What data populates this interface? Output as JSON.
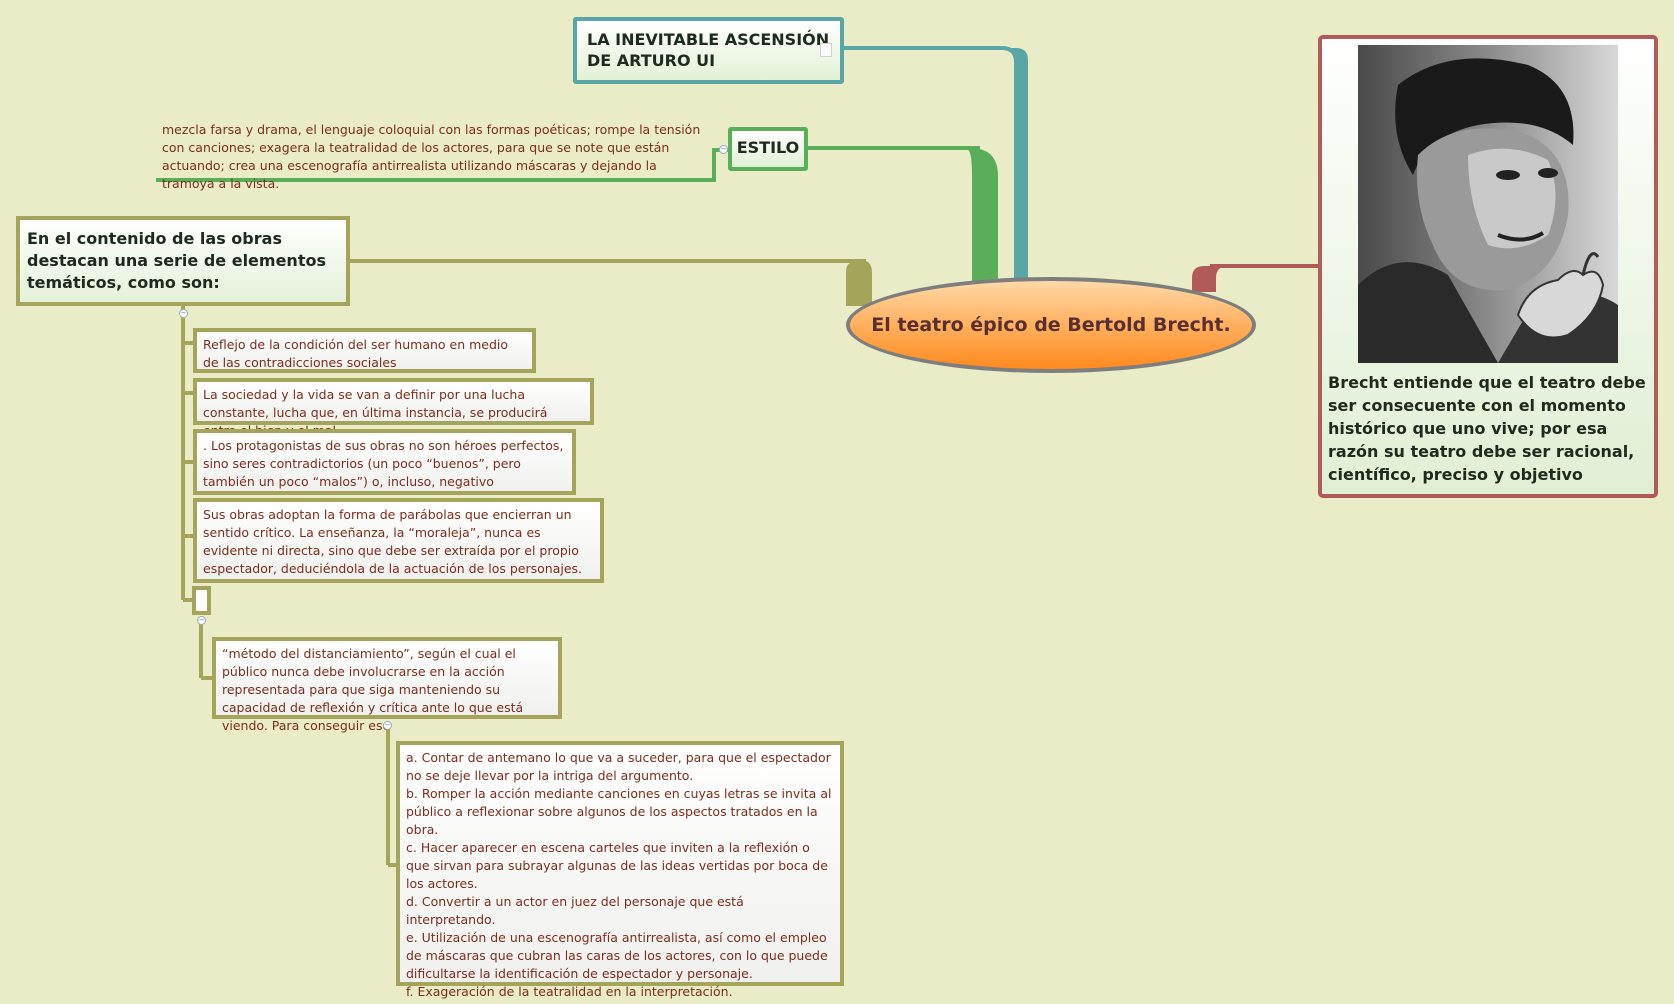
{
  "central": {
    "title": "El teatro épico de Bertold Brecht."
  },
  "title_node": {
    "label": "LA INEVITABLE ASCENSIÓN DE ARTURO UI"
  },
  "estilo": {
    "label": "ESTILO",
    "description": "mezcla farsa y drama, el lenguaje coloquial con las formas poéticas; rompe la tensión con canciones; exagera la teatralidad de los actores, para que se note que están actuando; crea una escenografía antirrealista utilizando máscaras y dejando la tramoya a la vista."
  },
  "themes": {
    "label": "En el contenido de las obras  destacan una serie de elementos temáticos, como son:",
    "items": [
      "Reflejo de la condición del ser humano en medio de las contradicciones sociales",
      "La sociedad y la vida se van a definir por una lucha constante, lucha que, en última instancia, se producirá entre el bien y el mal.",
      ". Los protagonistas de sus obras no son héroes perfectos, sino seres contradictorios (un poco “buenos”, pero también un poco “malos”) o, incluso, negativo",
      "Sus obras adoptan la forma de parábolas que encierran un sentido crítico. La enseñanza, la “moraleja”, nunca es evidente ni directa, sino que debe ser extraída por el propio espectador, deduciéndola de la actuación de los personajes."
    ],
    "method": "“método del distanciamiento”, según el cual el público nunca debe involucrarse en la acción representada para que siga manteniendo su capacidad de reflexión y crítica ante lo que está viendo. Para conseguir ese",
    "techniques": [
      "a. Contar de antemano lo que va a suceder, para que el espectador no se deje llevar por la intriga del argumento.",
      "b. Romper la acción mediante canciones en cuyas letras se invita al público a reflexionar sobre algunos de los aspectos tratados en la obra.",
      "c. Hacer aparecer en escena carteles que inviten a la reflexión o que sirvan para subrayar algunas de las ideas vertidas por boca de los actores.",
      "d. Convertir a un actor en juez del personaje que está interpretando.",
      "e. Utilización de una escenografía antirrealista, así como el empleo de máscaras que cubran las caras de los actores, con lo que puede dificultarse la identificación de espectador y personaje.",
      "f. Exageración de la teatralidad en la interpretación."
    ]
  },
  "brecht": {
    "caption": "Brecht entiende que el teatro debe ser consecuente con el momento histórico que uno vive; por esa razón su teatro debe ser racional, científico, preciso y objetivo",
    "image_icon": "portrait-photo"
  },
  "colors": {
    "background": "#e9ecc6",
    "teal_branch": "#5aa6a6",
    "green_branch": "#5aae5a",
    "olive_branch": "#a4a55a",
    "red_branch": "#b05a5a",
    "central_fill": "#ff9a35",
    "text": "#7a2e1e"
  }
}
